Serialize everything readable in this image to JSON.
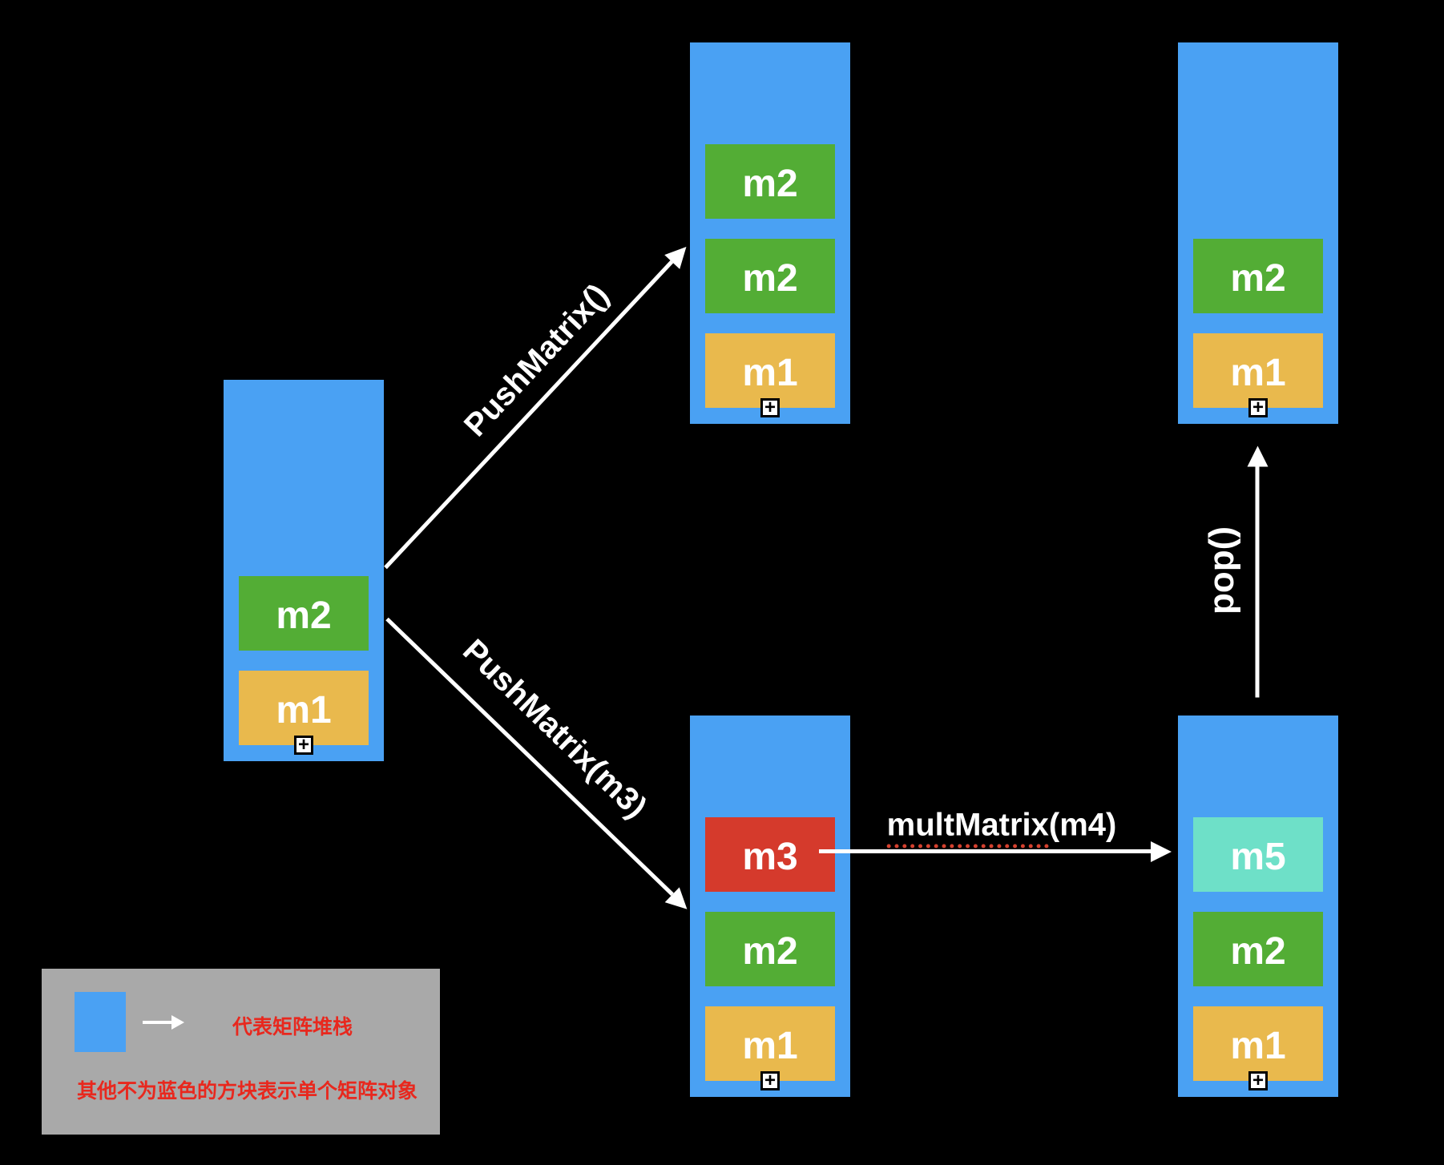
{
  "stacks": [
    {
      "name": "initial-stack",
      "blocks": [
        {
          "label": "m2",
          "color": "green"
        },
        {
          "label": "m1",
          "color": "orange"
        }
      ]
    },
    {
      "name": "stack-after-pushmatrix",
      "blocks": [
        {
          "label": "m2",
          "color": "green"
        },
        {
          "label": "m2",
          "color": "green"
        },
        {
          "label": "m1",
          "color": "orange"
        }
      ]
    },
    {
      "name": "stack-after-pop",
      "blocks": [
        {
          "label": "m2",
          "color": "green"
        },
        {
          "label": "m1",
          "color": "orange"
        }
      ]
    },
    {
      "name": "stack-after-pushmatrix-m3",
      "blocks": [
        {
          "label": "m3",
          "color": "red"
        },
        {
          "label": "m2",
          "color": "green"
        },
        {
          "label": "m1",
          "color": "orange"
        }
      ]
    },
    {
      "name": "stack-after-multmatrix",
      "blocks": [
        {
          "label": "m5",
          "color": "cyan"
        },
        {
          "label": "m2",
          "color": "green"
        },
        {
          "label": "m1",
          "color": "orange"
        }
      ]
    }
  ],
  "arrows": {
    "push_matrix": {
      "label": "PushMatrix()"
    },
    "push_matrix_m3": {
      "label": "PushMatrix(m3)"
    },
    "mult_matrix": {
      "label_main": "multMatrix",
      "label_suffix": "(m4)"
    },
    "pop": {
      "label": "pop()"
    }
  },
  "legend": {
    "swatch_label": "代表矩阵堆栈",
    "note": "其他不为蓝色的方块表示单个矩阵对象"
  },
  "icons": {
    "expand": "+"
  },
  "colors": {
    "background": "#000000",
    "stack_blue": "#4AA1F3",
    "matrix_green": "#53AD35",
    "matrix_orange": "#E9B94D",
    "matrix_red": "#D53A2C",
    "matrix_cyan": "#6EE0C8",
    "arrow_white": "#FFFFFF",
    "legend_bg": "#A9A9A9",
    "legend_text_red": "#E8281E"
  }
}
